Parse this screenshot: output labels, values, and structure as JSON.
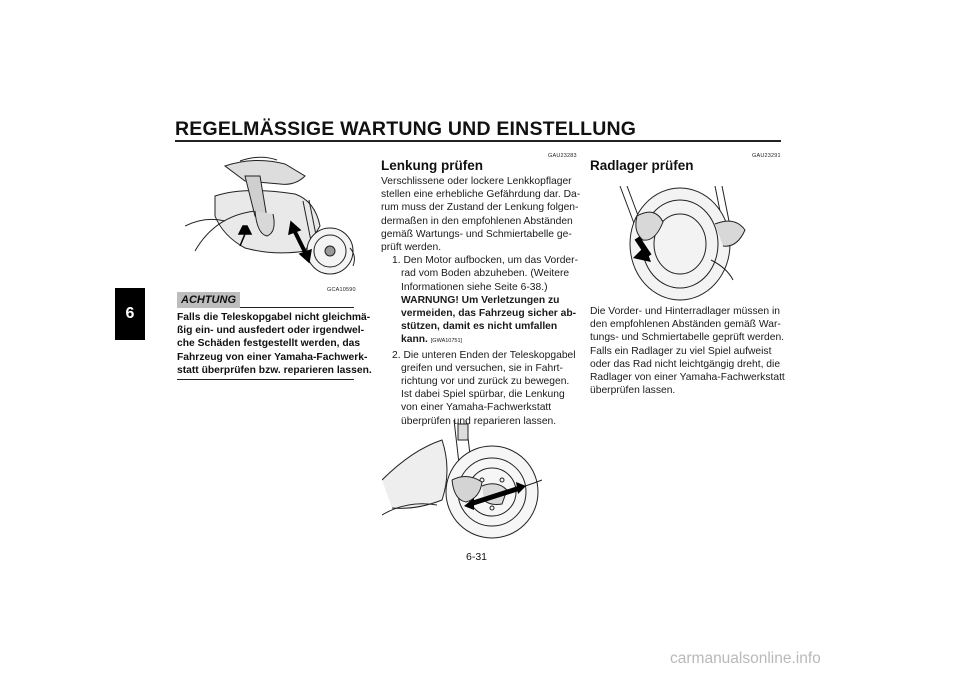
{
  "page": {
    "title": "REGELMÄSSIGE WARTUNG UND EINSTELLUNG",
    "chapter_tab": "6",
    "page_number": "6-31",
    "watermark": "carmanualsonline.info"
  },
  "left_column": {
    "figure_code": "GCA10590",
    "achtung": {
      "badge": "ACHTUNG",
      "lines": [
        "Falls die Teleskopgabel nicht gleichmä-",
        "ßig ein- und ausfedert oder irgendwel-",
        "che Schäden festgestellt werden, das",
        "Fahrzeug von einer Yamaha-Fachwerk-",
        "statt überprüfen bzw. reparieren lassen."
      ]
    }
  },
  "middle_column": {
    "section_code": "GAU23283",
    "heading": "Lenkung prüfen",
    "intro_lines": [
      "Verschlissene oder lockere Lenkkopflager",
      "stellen eine erhebliche Gefährdung dar. Da-",
      "rum muss der Zustand der Lenkung folgen-",
      "dermaßen in den empfohlenen Abständen",
      "gemäß Wartungs- und Schmiertabelle ge-",
      "prüft werden."
    ],
    "step1": {
      "lines": [
        "1.  Den Motor aufbocken, um das Vorder-",
        "rad vom Boden abzuheben. (Weitere",
        "Informationen siehe Seite 6-38.)"
      ],
      "warning_lines": [
        "WARNUNG! Um Verletzungen zu",
        "vermeiden, das Fahrzeug sicher ab-",
        "stützen, damit es nicht umfallen",
        "kann."
      ],
      "warning_code": "[GWA10751]"
    },
    "step2": {
      "lines": [
        "2.  Die unteren Enden der Teleskopgabel",
        "greifen und versuchen, sie in Fahrt-",
        "richtung vor und zurück zu bewegen.",
        "Ist dabei Spiel spürbar, die Lenkung",
        "von einer Yamaha-Fachwerkstatt",
        "überprüfen und reparieren lassen."
      ]
    }
  },
  "right_column": {
    "section_code": "GAU23291",
    "heading": "Radlager prüfen",
    "body_lines": [
      "Die Vorder- und Hinterradlager müssen in",
      "den empfohlenen Abständen gemäß War-",
      "tungs- und Schmiertabelle geprüft werden.",
      "Falls ein Radlager zu viel Spiel aufweist",
      "oder das Rad nicht leichtgängig dreht, die",
      "Radlager von einer Yamaha-Fachwerkstatt",
      "überprüfen lassen."
    ]
  }
}
